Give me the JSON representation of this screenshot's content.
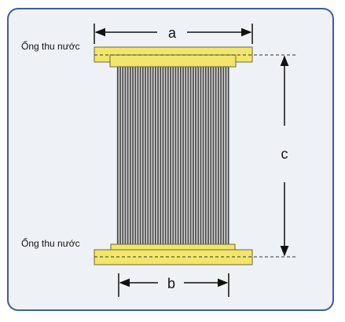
{
  "labels": {
    "top_pipe": "Ống thu nước",
    "bottom_pipe": "Ống thu nước",
    "dim_a": "a",
    "dim_b": "b",
    "dim_c": "c"
  },
  "colors": {
    "frame_border": "#3d5d9f",
    "frame_fill": "#eef1f6",
    "header_fill": "#f2e56b",
    "header_stroke": "#6b6b3a",
    "tube_dark": "#4a4a4a",
    "tube_light": "#dcdcdc",
    "dimension_line": "#111111"
  }
}
